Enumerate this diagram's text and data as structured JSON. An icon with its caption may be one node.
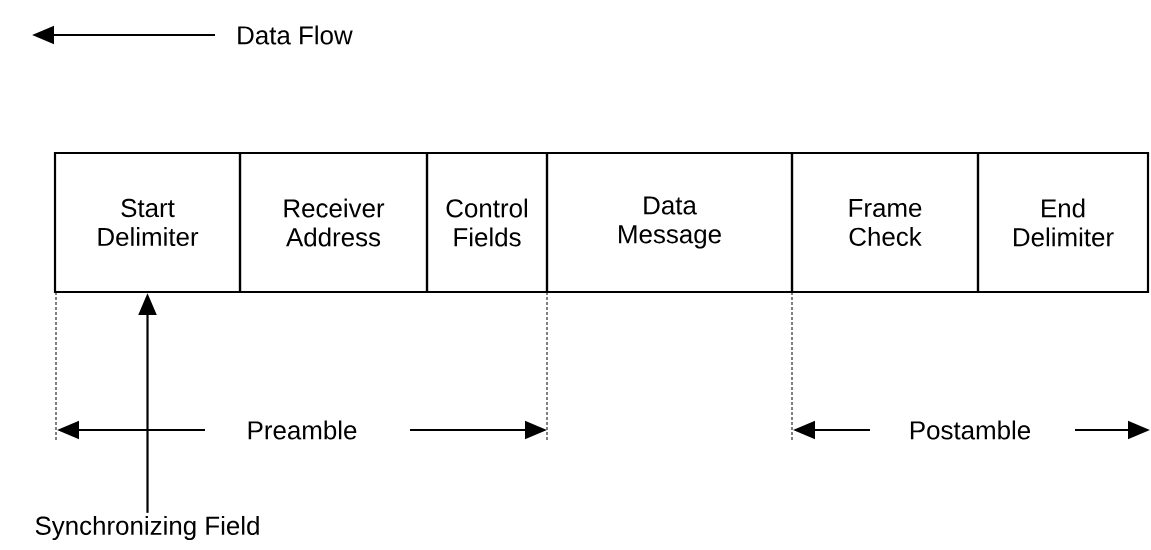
{
  "diagram": {
    "nodes": [
      {
        "text": [
          "Start Delimiter"
        ]
      },
      {
        "text": [
          "Receiver Address"
        ]
      },
      {
        "text": [
          "Control Fields"
        ]
      },
      {
        "text": [
          "Data Message"
        ]
      },
      {
        "text": [
          "Frame Check"
        ]
      },
      {
        "text": [
          "End Delimiter"
        ]
      },
      {
        "text": [
          "Synchronizing Field"
        ]
      }
    ],
    "edges": [
      {
        "from": 6,
        "to": 0,
        "arrow": "to"
      }
    ],
    "labels": [
      "Data Flow",
      "Preamble",
      "Postamble"
    ]
  }
}
